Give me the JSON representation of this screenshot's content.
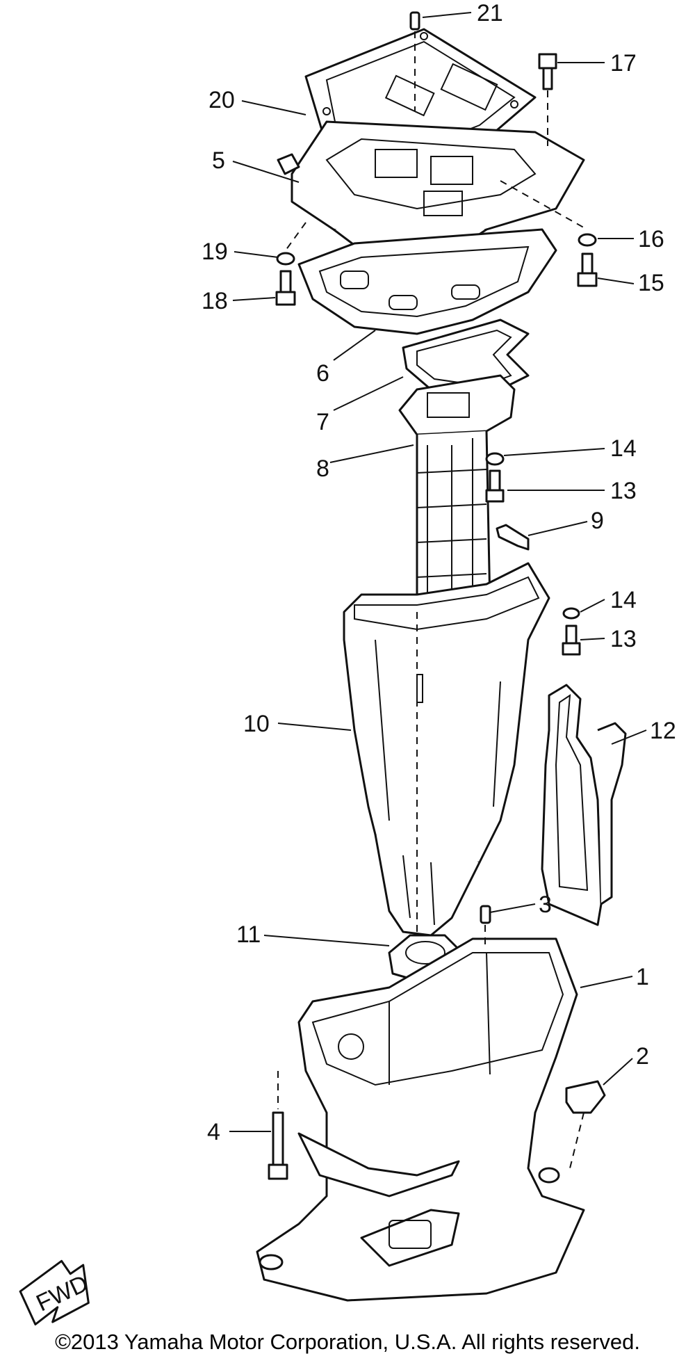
{
  "callouts": {
    "c1": "1",
    "c2": "2",
    "c3": "3",
    "c4": "4",
    "c5": "5",
    "c6": "6",
    "c7": "7",
    "c8": "8",
    "c9": "9",
    "c10": "10",
    "c11": "11",
    "c12": "12",
    "c13a": "13",
    "c13b": "13",
    "c14a": "14",
    "c14b": "14",
    "c15": "15",
    "c16": "16",
    "c17": "17",
    "c18": "18",
    "c19": "19",
    "c20": "20",
    "c21": "21"
  },
  "fwd_label": "FWD",
  "copyright": "©2013 Yamaha Motor Corporation, U.S.A. All rights reserved."
}
